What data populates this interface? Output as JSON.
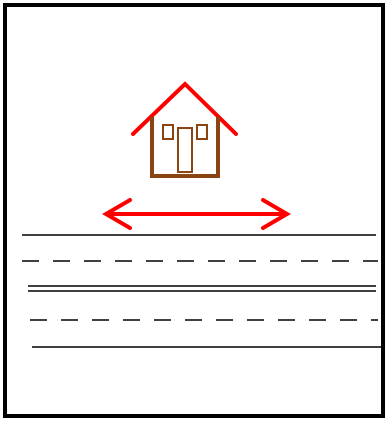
{
  "diagram": {
    "elements": [
      {
        "kind": "frame",
        "name": "border-frame"
      },
      {
        "kind": "icon",
        "name": "house-icon"
      },
      {
        "kind": "arrow",
        "name": "double-headed-arrow",
        "direction": "horizontal"
      },
      {
        "kind": "road",
        "name": "road-markings"
      }
    ]
  },
  "colors": {
    "frame": "#000000",
    "roof": "#ff0000",
    "house": "#8b4513",
    "arrow": "#ff0000",
    "road": "#000000"
  },
  "icons": {
    "house": "house-icon",
    "arrow": "double-arrow-icon"
  }
}
